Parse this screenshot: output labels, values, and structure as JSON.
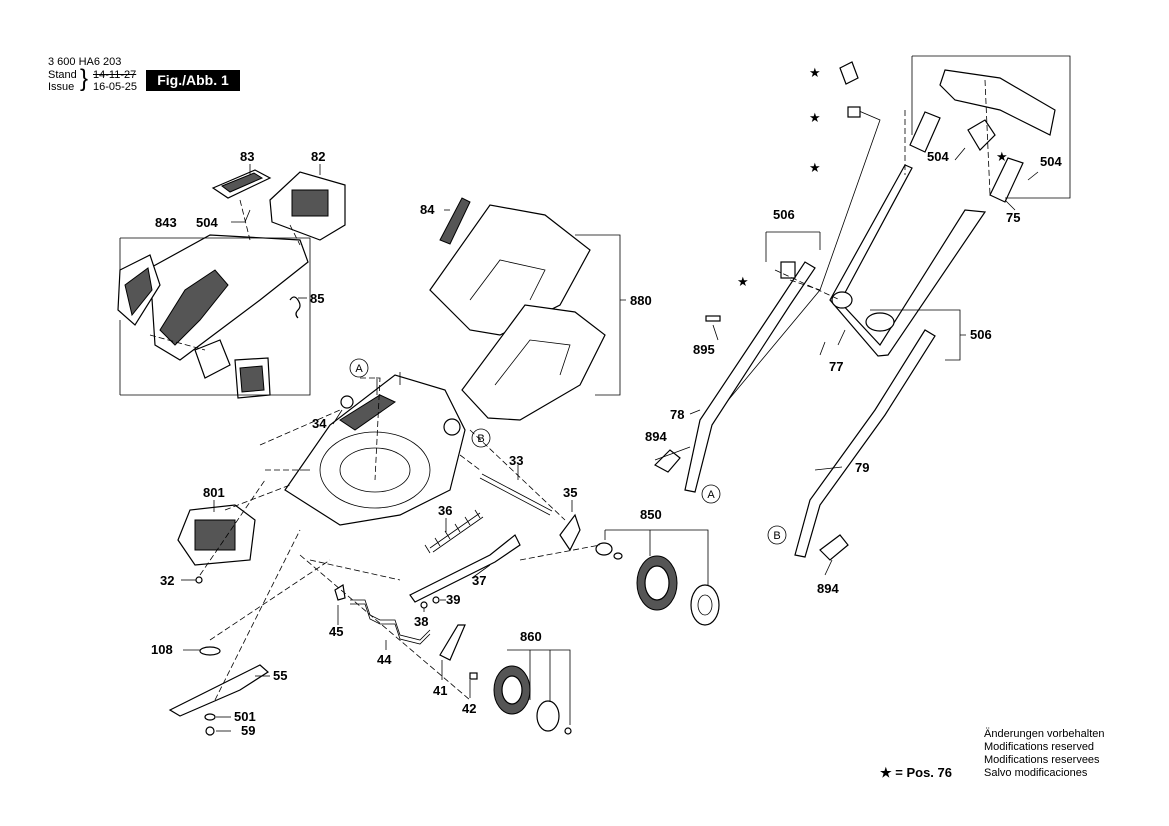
{
  "header": {
    "doc_number": "3 600 HA6 203",
    "stand_label": "Stand",
    "stand_date": "14-11-27",
    "issue_label": "Issue",
    "issue_date": "16-05-25",
    "figure_label": "Fig./Abb. 1"
  },
  "parts": [
    {
      "id": "p83",
      "label": "83"
    },
    {
      "id": "p82",
      "label": "82"
    },
    {
      "id": "p843",
      "label": "843"
    },
    {
      "id": "p504a",
      "label": "504"
    },
    {
      "id": "p85",
      "label": "85"
    },
    {
      "id": "p84",
      "label": "84"
    },
    {
      "id": "p880",
      "label": "880"
    },
    {
      "id": "p34",
      "label": "34"
    },
    {
      "id": "p801",
      "label": "801"
    },
    {
      "id": "p32",
      "label": "32"
    },
    {
      "id": "p36",
      "label": "36"
    },
    {
      "id": "p33",
      "label": "33"
    },
    {
      "id": "p35",
      "label": "35"
    },
    {
      "id": "p37",
      "label": "37"
    },
    {
      "id": "p39",
      "label": "39"
    },
    {
      "id": "p38",
      "label": "38"
    },
    {
      "id": "p45",
      "label": "45"
    },
    {
      "id": "p44",
      "label": "44"
    },
    {
      "id": "p108",
      "label": "108"
    },
    {
      "id": "p55",
      "label": "55"
    },
    {
      "id": "p501",
      "label": "501"
    },
    {
      "id": "p59",
      "label": "59"
    },
    {
      "id": "p41",
      "label": "41"
    },
    {
      "id": "p42",
      "label": "42"
    },
    {
      "id": "p850",
      "label": "850"
    },
    {
      "id": "p860",
      "label": "860"
    },
    {
      "id": "p506a",
      "label": "506"
    },
    {
      "id": "p895",
      "label": "895"
    },
    {
      "id": "p78",
      "label": "78"
    },
    {
      "id": "p894a",
      "label": "894"
    },
    {
      "id": "p77",
      "label": "77"
    },
    {
      "id": "p506b",
      "label": "506"
    },
    {
      "id": "p79",
      "label": "79"
    },
    {
      "id": "p894b",
      "label": "894"
    },
    {
      "id": "p504b",
      "label": "504"
    },
    {
      "id": "p504c",
      "label": "504"
    },
    {
      "id": "p75",
      "label": "75"
    }
  ],
  "callouts": {
    "a": "A",
    "b": "B"
  },
  "star_symbol": "★",
  "legend": {
    "text": "★ = Pos. 76"
  },
  "notes": [
    "Änderungen vorbehalten",
    "Modifications reserved",
    "Modifications reservees",
    "Salvo modificaciones"
  ]
}
